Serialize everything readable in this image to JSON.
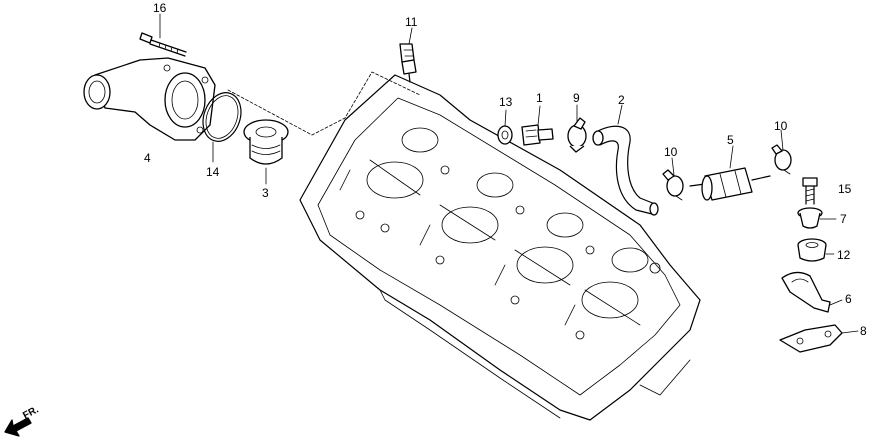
{
  "diagram": {
    "callouts": [
      {
        "id": "c16",
        "label": "16"
      },
      {
        "id": "c4",
        "label": "4"
      },
      {
        "id": "c14",
        "label": "14"
      },
      {
        "id": "c3",
        "label": "3"
      },
      {
        "id": "c11",
        "label": "11"
      },
      {
        "id": "c13",
        "label": "13"
      },
      {
        "id": "c1",
        "label": "1"
      },
      {
        "id": "c9",
        "label": "9"
      },
      {
        "id": "c2",
        "label": "2"
      },
      {
        "id": "c10a",
        "label": "10"
      },
      {
        "id": "c5",
        "label": "5"
      },
      {
        "id": "c10b",
        "label": "10"
      },
      {
        "id": "c15",
        "label": "15"
      },
      {
        "id": "c7",
        "label": "7"
      },
      {
        "id": "c12",
        "label": "12"
      },
      {
        "id": "c6",
        "label": "6"
      },
      {
        "id": "c8",
        "label": "8"
      }
    ],
    "direction_label": "FR."
  }
}
